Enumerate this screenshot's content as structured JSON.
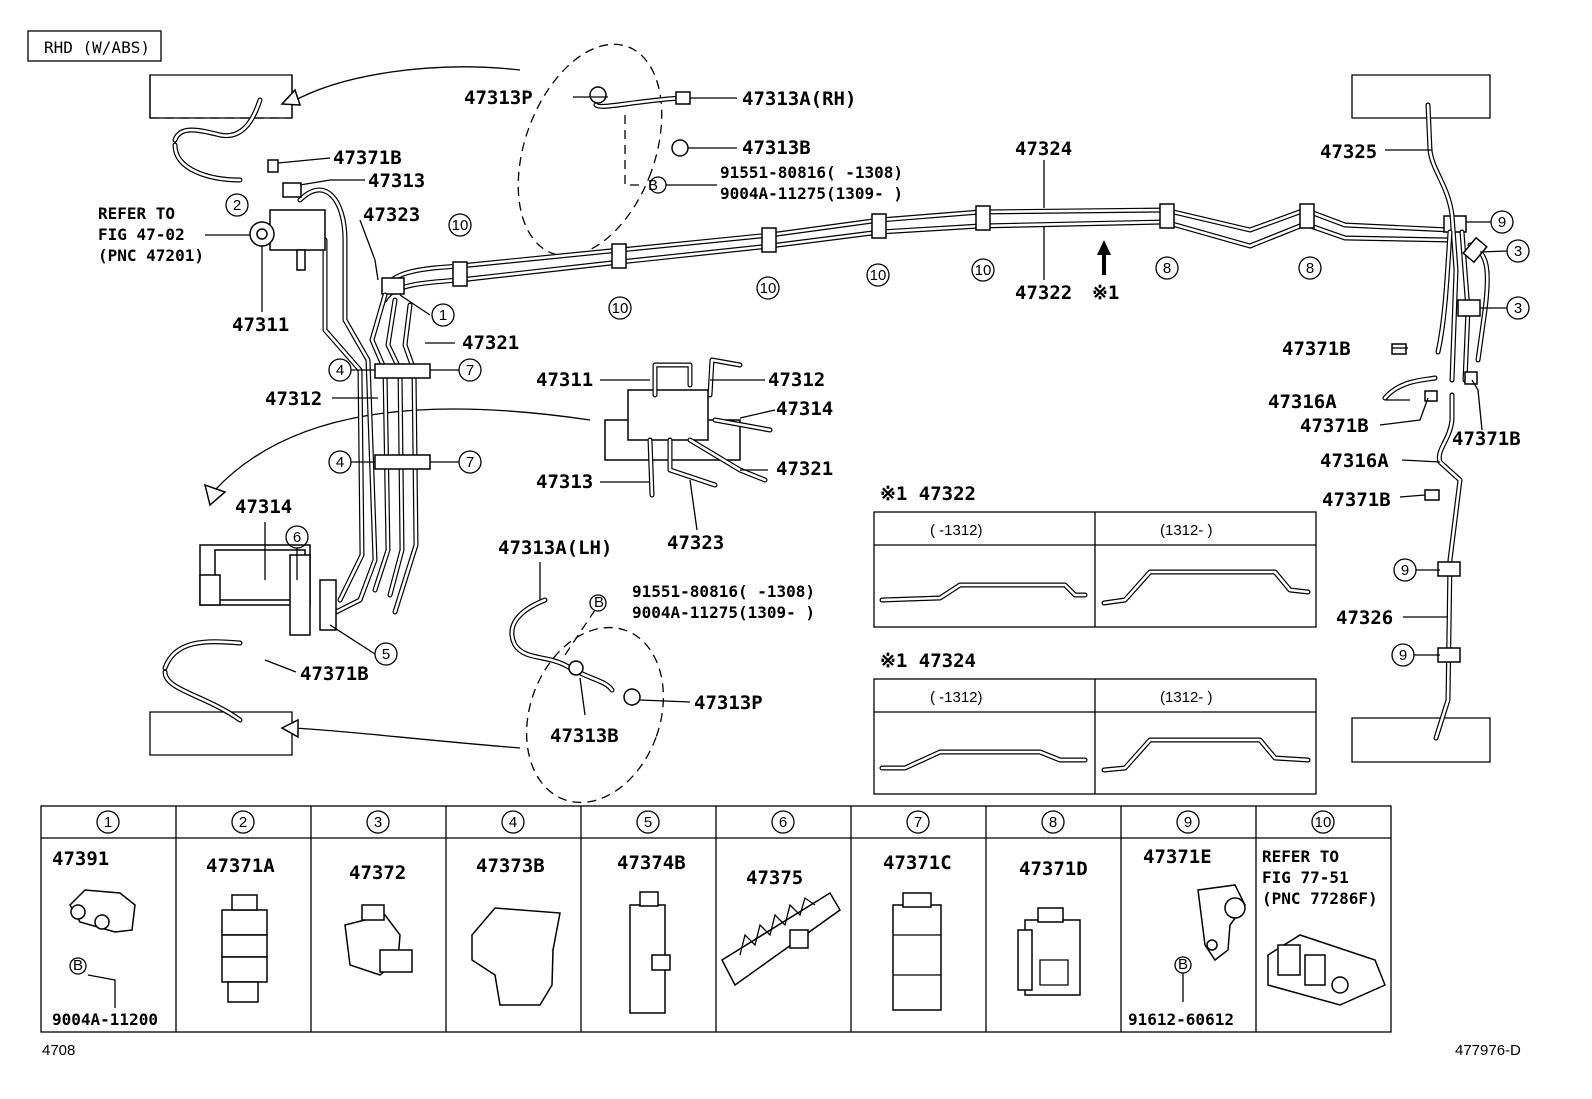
{
  "header": {
    "variant": "RHD (W/ABS)"
  },
  "footer": {
    "left": "4708",
    "right": "477976-D"
  },
  "refer_left": {
    "line1": "REFER TO",
    "line2": "FIG 47-02",
    "line3": "(PNC 47201)"
  },
  "labels": {
    "p47313P_top": "47313P",
    "p47313A_RH": "47313A(RH)",
    "p47313B_top": "47313B",
    "bolt_top_1": "91551-80816(    -1308)",
    "bolt_top_2": "9004A-11275(1309-    )",
    "p47324": "47324",
    "p47325": "47325",
    "p47371B_1": "47371B",
    "p47313_1": "47313",
    "p47323_1": "47323",
    "p47311_1": "47311",
    "p47321_1": "47321",
    "p47312_1": "47312",
    "p47322": "47322",
    "ref1": "※1",
    "p47371B_r1": "47371B",
    "p47316A_r1": "47316A",
    "p47371B_r2": "47371B",
    "p47371B_r3": "47371B",
    "p47316A_r2": "47316A",
    "p47371B_r4": "47371B",
    "p47326": "47326",
    "c47311": "47311",
    "c47312": "47312",
    "c47314": "47314",
    "c47313": "47313",
    "c47321": "47321",
    "c47323": "47323",
    "p47314_l": "47314",
    "p47371B_l": "47371B",
    "p47313A_LH": "47313A(LH)",
    "bolt_bot_1": "91551-80816(    -1308)",
    "bolt_bot_2": "9004A-11275(1309-    )",
    "p47313P_bot": "47313P",
    "p47313B_bot": "47313B"
  },
  "insets": [
    {
      "title": "※1 47322",
      "col1": "(     -1312)",
      "col2": "(1312-     )"
    },
    {
      "title": "※1 47324",
      "col1": "(     -1312)",
      "col2": "(1312-     )"
    }
  ],
  "table": [
    {
      "num": "1",
      "part": "47391",
      "extra": "9004A-11200"
    },
    {
      "num": "2",
      "part": "47371A",
      "extra": ""
    },
    {
      "num": "3",
      "part": "47372",
      "extra": ""
    },
    {
      "num": "4",
      "part": "47373B",
      "extra": ""
    },
    {
      "num": "5",
      "part": "47374B",
      "extra": ""
    },
    {
      "num": "6",
      "part": "47375",
      "extra": ""
    },
    {
      "num": "7",
      "part": "47371C",
      "extra": ""
    },
    {
      "num": "8",
      "part": "47371D",
      "extra": ""
    },
    {
      "num": "9",
      "part": "47371E",
      "extra": "91612-60612"
    },
    {
      "num": "10",
      "part": "",
      "extra": "REFER TO",
      "extra2": "FIG 77-51",
      "extra3": "(PNC 77286F)"
    }
  ],
  "callouts": [
    "1",
    "2",
    "3",
    "4",
    "5",
    "6",
    "7",
    "8",
    "9",
    "10"
  ],
  "bolt_mark": "B"
}
